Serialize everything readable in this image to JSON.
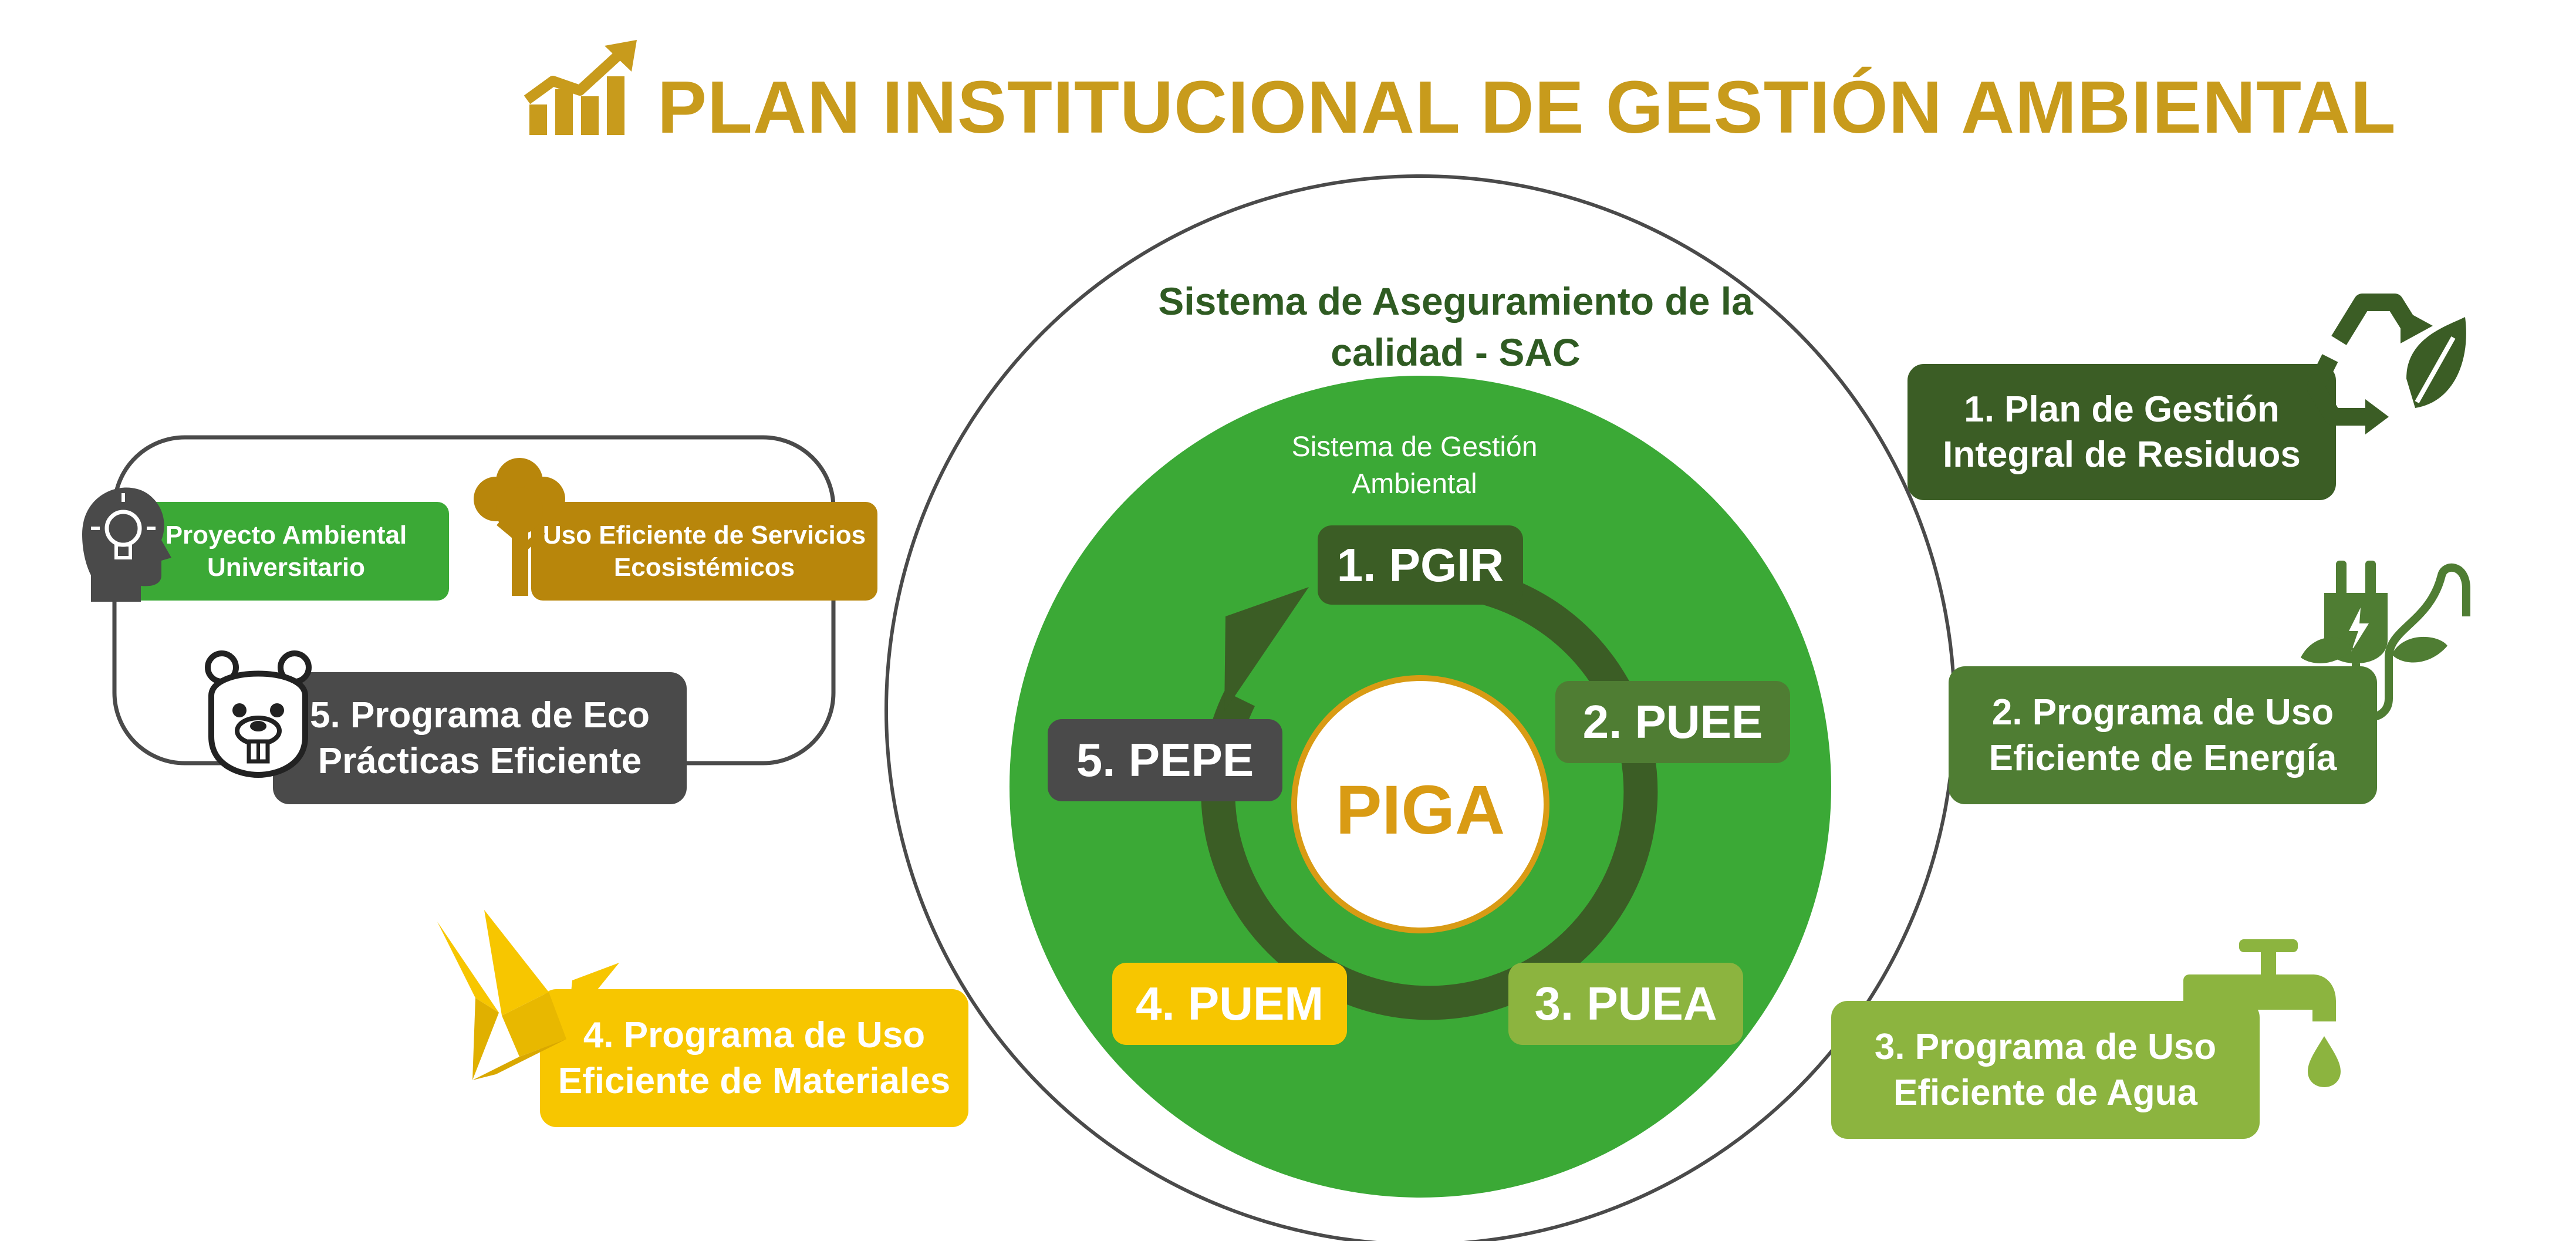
{
  "title": "PLAN INSTITUCIONAL DE GESTIÓN AMBIENTAL",
  "sac": {
    "label": "Sistema de Aseguramiento de la calidad - SAC"
  },
  "sga": {
    "label": "Sistema de Gestión Ambiental"
  },
  "center": {
    "label": "PIGA"
  },
  "cycle": {
    "pgir": "1. PGIR",
    "puee": "2. PUEE",
    "puea": "3. PUEA",
    "puem": "4. PUEM",
    "pepe": "5. PEPE"
  },
  "programs": {
    "residuos": "1. Plan de Gestión Integral de Residuos",
    "energia": "2. Programa de Uso Eficiente de Energía",
    "agua": "3. Programa de Uso Eficiente de Agua",
    "materiales": "4. Programa de Uso Eficiente de Materiales",
    "ecopracticas": "5. Programa de Eco Prácticas Eficiente"
  },
  "sub_programs": {
    "ambiental_universitario": "Proyecto Ambiental Universitario",
    "servicios_ecosistemicos": "Uso Eficiente de Servicios Ecosistémicos"
  },
  "icons": [
    "chart-growth-icon",
    "recycle-icon",
    "plug-leaf-icon",
    "faucet-icon",
    "origami-bird-icon",
    "beaver-icon",
    "head-bulb-icon",
    "tree-icon",
    "cycle-arrow-icon"
  ],
  "colors": {
    "title_gold": "#c89b1c",
    "dark_green": "#3b5d25",
    "mid_green": "#4f7d33",
    "light_green": "#8cb43f",
    "bright_green": "#3ba936",
    "yellow": "#f7c600",
    "brown_gold": "#b8860b",
    "dark_gray": "#4a4a4a",
    "piga_orange": "#d99b14"
  }
}
